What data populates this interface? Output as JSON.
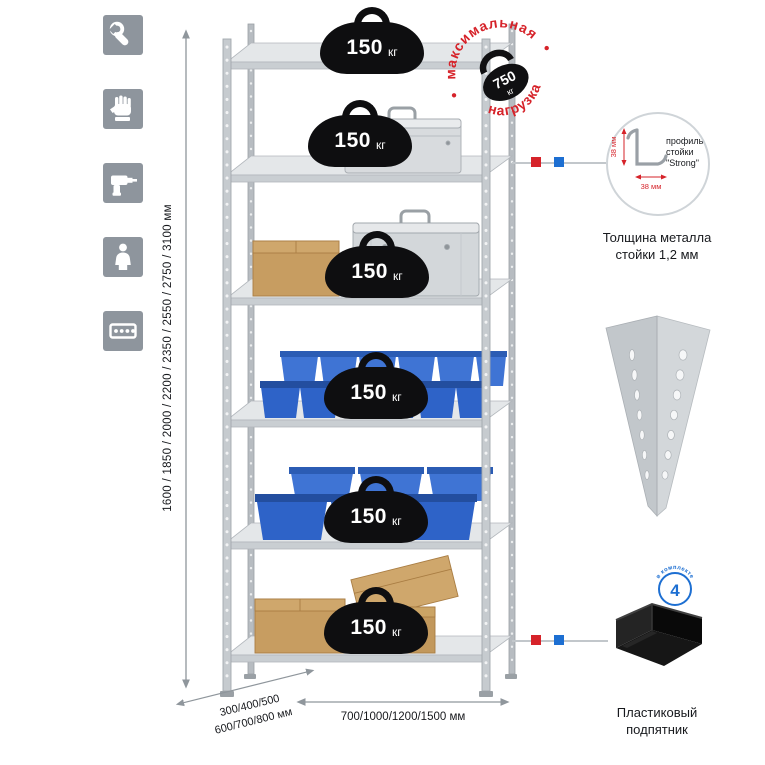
{
  "sidebar": {
    "icons": [
      {
        "name": "wrench"
      },
      {
        "name": "glove"
      },
      {
        "name": "drill"
      },
      {
        "name": "person"
      },
      {
        "name": "perforated-strip"
      }
    ]
  },
  "dimensions": {
    "height_label": "1600 / 1850 / 2000 / 2200 / 2350 / 2550 / 2750 / 3100 мм",
    "depth_label_line1": "300/400/500",
    "depth_label_line2": "600/700/800 мм",
    "width_label": "700/1000/1200/1500 мм"
  },
  "rack": {
    "shelves": [
      {
        "load": "150",
        "unit": "кг"
      },
      {
        "load": "150",
        "unit": "кг"
      },
      {
        "load": "150",
        "unit": "кг"
      },
      {
        "load": "150",
        "unit": "кг"
      },
      {
        "load": "150",
        "unit": "кг"
      },
      {
        "load": "150",
        "unit": "кг"
      }
    ]
  },
  "stamp": {
    "arc_top": "максимальная",
    "arc_bottom": "нагрузка",
    "load": "750",
    "unit": "кг"
  },
  "profile_callout": {
    "line1": "профиль",
    "line2": "стойки",
    "line3": "\"Strong\"",
    "dim_vertical": "38 мм",
    "dim_horizontal": "38 мм",
    "caption_line1": "Толщина металла",
    "caption_line2": "стойки 1,2 мм"
  },
  "foot_callout": {
    "badge_count": "4",
    "badge_label": "в комплекте",
    "caption_line1": "Пластиковый",
    "caption_line2": "подпятник"
  },
  "colors": {
    "accent_red": "#d6232a",
    "accent_blue": "#1d6fd2",
    "bin_blue": "#2e63c8",
    "icon_gray": "#8e959d"
  }
}
